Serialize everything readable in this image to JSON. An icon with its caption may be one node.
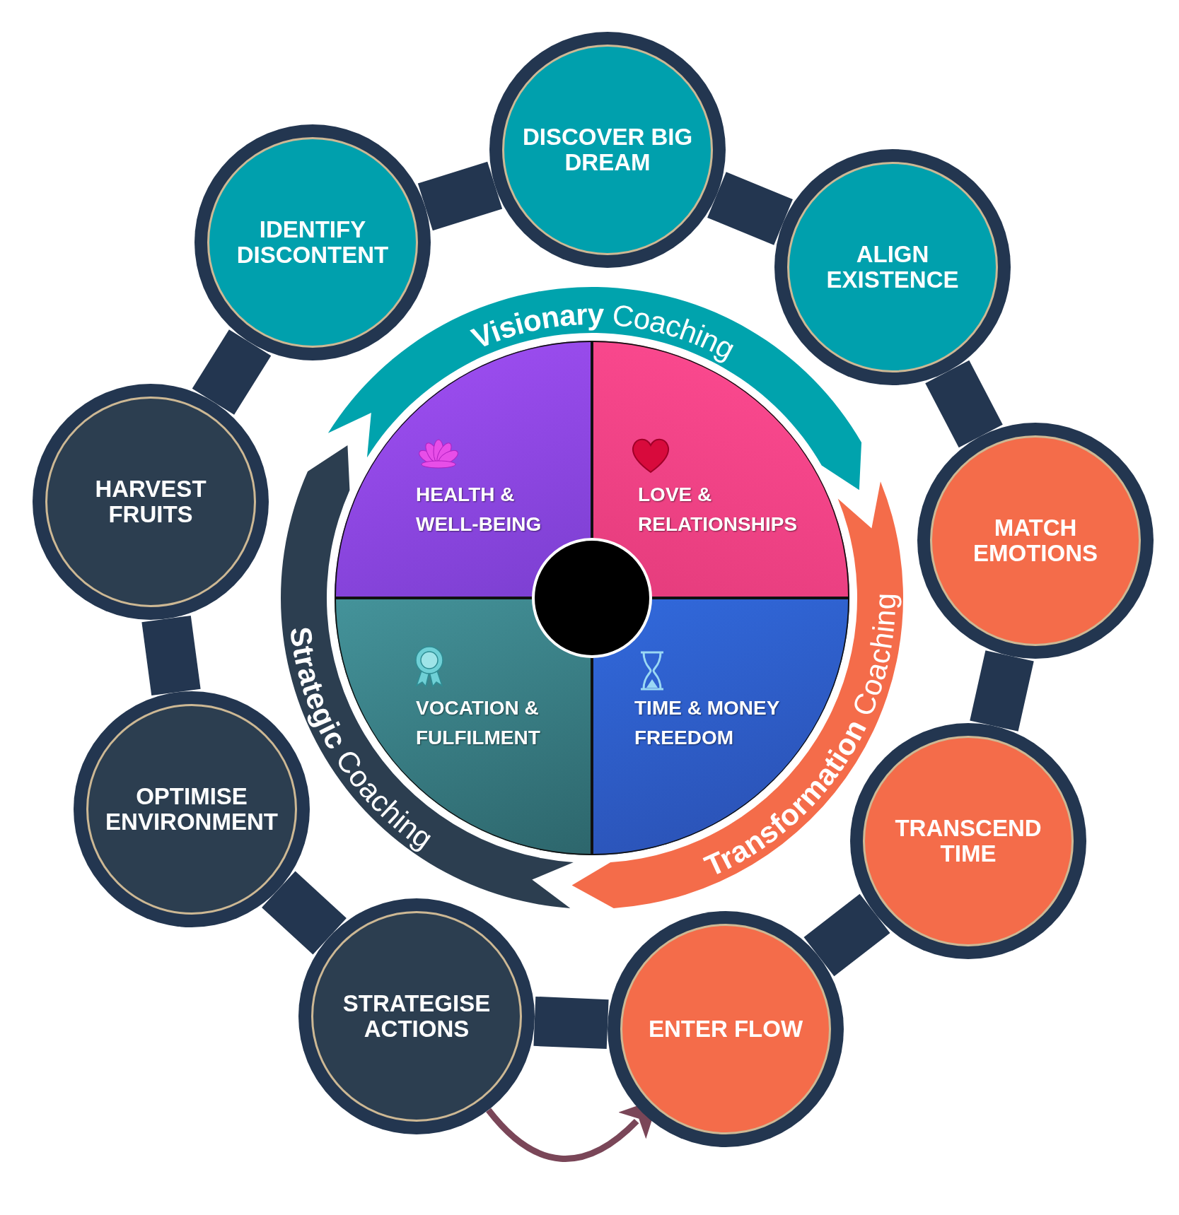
{
  "diagram": {
    "nodes": [
      {
        "text": [
          "IDENTIFY DISCONTENT"
        ]
      },
      {
        "text": [
          "DISCOVER BIG DREAM"
        ]
      },
      {
        "text": [
          "ALIGN EXISTENCE"
        ]
      },
      {
        "text": [
          "MATCH EMOTIONS"
        ]
      },
      {
        "text": [
          "TRANSCEND TIME"
        ]
      },
      {
        "text": [
          "ENTER FLOW"
        ]
      },
      {
        "text": [
          "STRATEGISE ACTIONS"
        ]
      },
      {
        "text": [
          "OPTIMISE ENVIRONMENT"
        ]
      },
      {
        "text": [
          "HARVEST FRUITS"
        ]
      },
      {
        "text": [
          "**Visionary** Coaching"
        ]
      },
      {
        "text": [
          "**Transformation** Coaching"
        ]
      },
      {
        "text": [
          "**Strategic** Coaching"
        ]
      },
      {
        "text": [
          "HEALTH & WELL-BEING"
        ]
      },
      {
        "text": [
          "LOVE & RELATIONSHIPS"
        ]
      },
      {
        "text": [
          "VOCATION & FULFILMENT"
        ]
      },
      {
        "text": [
          "TIME & MONEY FREEDOM"
        ]
      },
      {
        "text": [],
        "shape": "circle"
      }
    ],
    "edges": [
      {
        "from": 0,
        "to": 1,
        "arrow": "none"
      },
      {
        "from": 1,
        "to": 2,
        "arrow": "none"
      },
      {
        "from": 2,
        "to": 3,
        "arrow": "none"
      },
      {
        "from": 3,
        "to": 4,
        "arrow": "none"
      },
      {
        "from": 4,
        "to": 5,
        "arrow": "none"
      },
      {
        "from": 5,
        "to": 6,
        "arrow": "none"
      },
      {
        "from": 6,
        "to": 7,
        "arrow": "none"
      },
      {
        "from": 7,
        "to": 8,
        "arrow": "none"
      },
      {
        "from": 8,
        "to": 0,
        "arrow": "none"
      },
      {
        "from": 6,
        "to": 5,
        "arrow": "to",
        "color": "#7a4658"
      }
    ]
  }
}
